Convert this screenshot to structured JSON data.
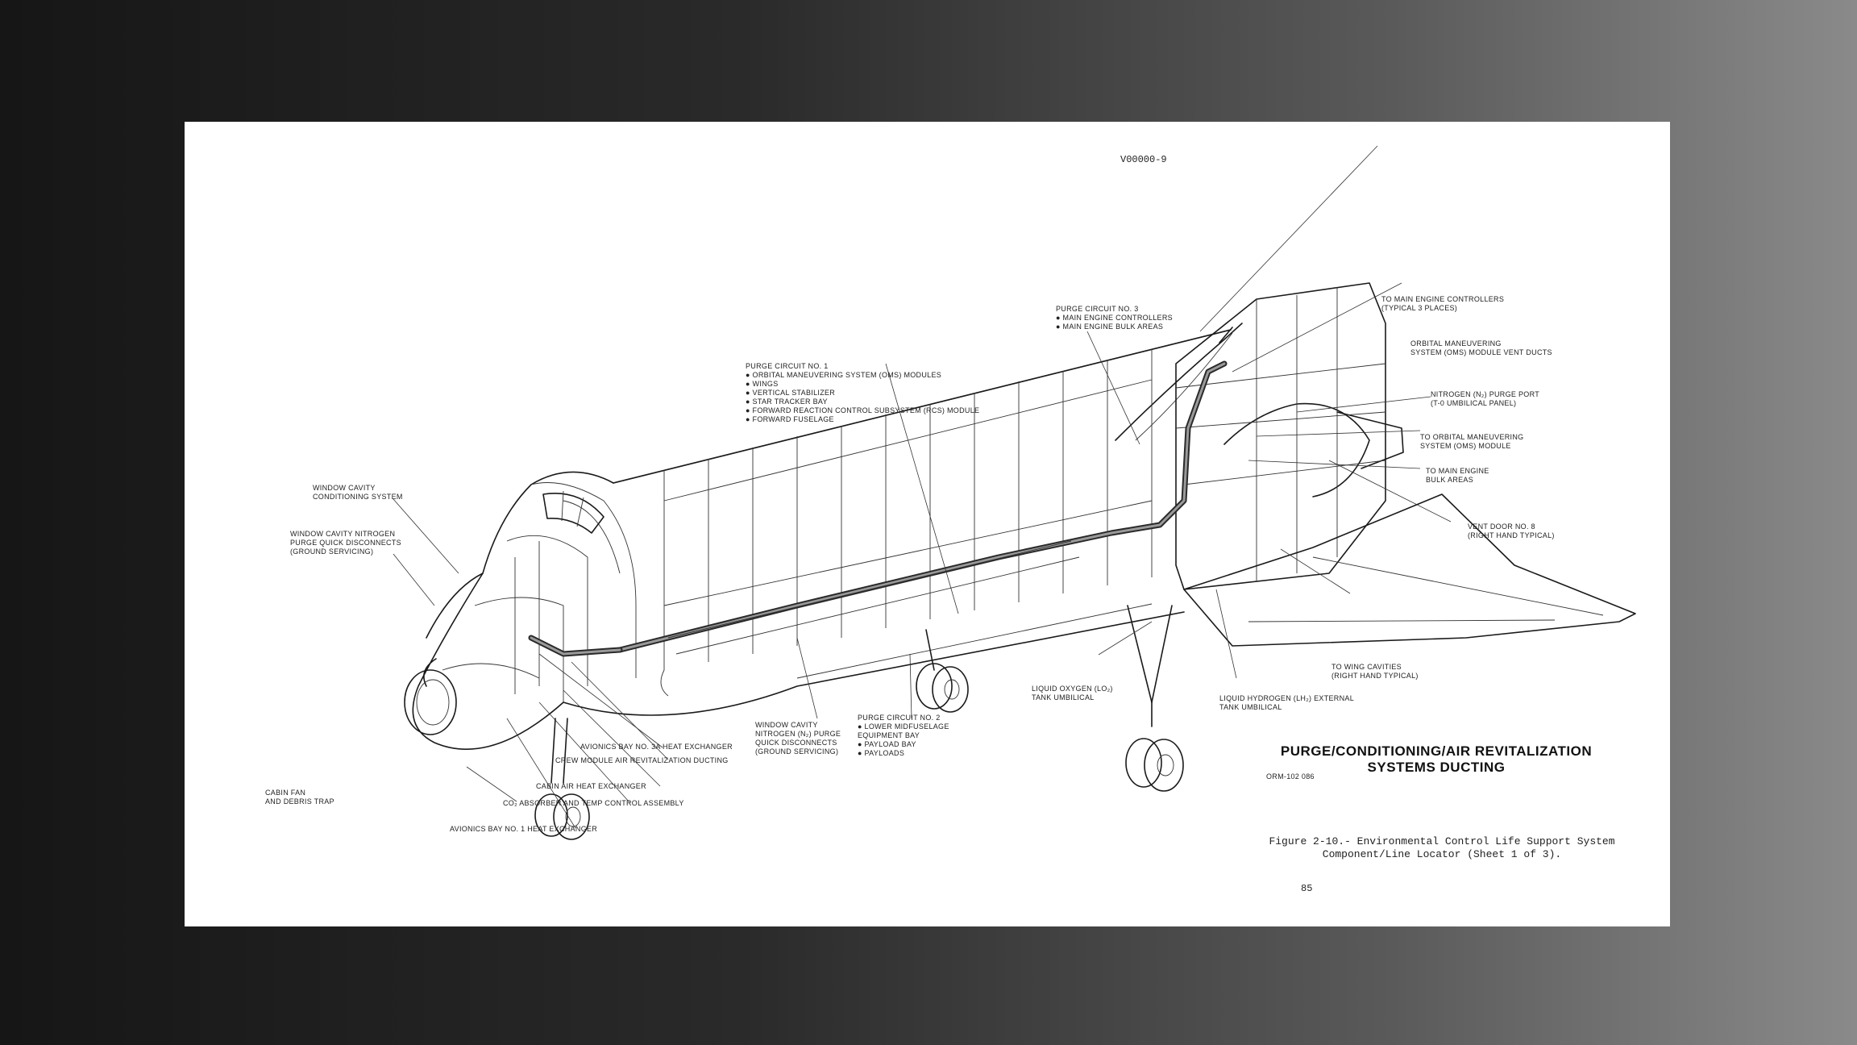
{
  "doc_id": "V00000-9",
  "page_number": "85",
  "drawing_number": "ORM-102 086",
  "title_line1": "PURGE/CONDITIONING/AIR REVITALIZATION",
  "title_line2": "SYSTEMS DUCTING",
  "caption_line1": "Figure 2-10.- Environmental Control Life Support System",
  "caption_line2": "Component/Line Locator (Sheet 1 of 3).",
  "callouts": {
    "purge3": [
      "PURGE CIRCUIT NO. 3",
      "● MAIN ENGINE CONTROLLERS",
      "● MAIN ENGINE BULK AREAS"
    ],
    "main_engine_controllers": [
      "TO MAIN ENGINE CONTROLLERS",
      "(TYPICAL 3 PLACES)"
    ],
    "oms_vent": [
      "ORBITAL MANEUVERING",
      "SYSTEM (OMS) MODULE VENT DUCTS"
    ],
    "purge1": [
      "PURGE CIRCUIT NO. 1",
      "● ORBITAL MANEUVERING SYSTEM (OMS) MODULES",
      "● WINGS",
      "● VERTICAL STABILIZER",
      "● STAR TRACKER BAY",
      "● FORWARD REACTION CONTROL SUBSYSTEM (RCS) MODULE",
      "● FORWARD FUSELAGE"
    ],
    "n2_purge_port": [
      "NITROGEN (N₂) PURGE PORT",
      "(T-0 UMBILICAL PANEL)"
    ],
    "to_oms_module": [
      "TO ORBITAL MANEUVERING",
      "SYSTEM (OMS) MODULE"
    ],
    "main_engine_bulk": [
      "TO MAIN ENGINE",
      "BULK AREAS"
    ],
    "vent_door": [
      "VENT DOOR NO. 8",
      "(RIGHT HAND TYPICAL)"
    ],
    "window_cavity_cond": [
      "WINDOW CAVITY",
      "CONDITIONING SYSTEM"
    ],
    "window_cavity_n2": [
      "WINDOW CAVITY NITROGEN",
      "PURGE QUICK DISCONNECTS",
      "(GROUND SERVICING)"
    ],
    "wing_cavities": [
      "TO WING CAVITIES",
      "(RIGHT HAND TYPICAL)"
    ],
    "lo2": [
      "LIQUID OXYGEN (LO₂)",
      "TANK UMBILICAL"
    ],
    "lh2": [
      "LIQUID HYDROGEN (LH₂) EXTERNAL",
      "TANK UMBILICAL"
    ],
    "window_cavity_n2_mid": [
      "WINDOW CAVITY",
      "NITROGEN (N₂) PURGE",
      "QUICK DISCONNECTS",
      "(GROUND SERVICING)"
    ],
    "purge2": [
      "PURGE CIRCUIT NO. 2",
      "● LOWER MIDFUSELAGE",
      "   EQUIPMENT BAY",
      "● PAYLOAD BAY",
      "● PAYLOADS"
    ],
    "avionics3a": [
      "AVIONICS BAY NO. 3A HEAT EXCHANGER"
    ],
    "crew_ducting": [
      "CREW MODULE AIR REVITALIZATION DUCTING"
    ],
    "cabin_hx": [
      "CABIN AIR HEAT EXCHANGER"
    ],
    "co2": [
      "CO₂ ABSORBER AND TEMP CONTROL ASSEMBLY"
    ],
    "cabin_fan": [
      "CABIN FAN",
      "AND DEBRIS TRAP"
    ],
    "avionics1": [
      "AVIONICS BAY NO. 1 HEAT EXCHANGER"
    ]
  }
}
